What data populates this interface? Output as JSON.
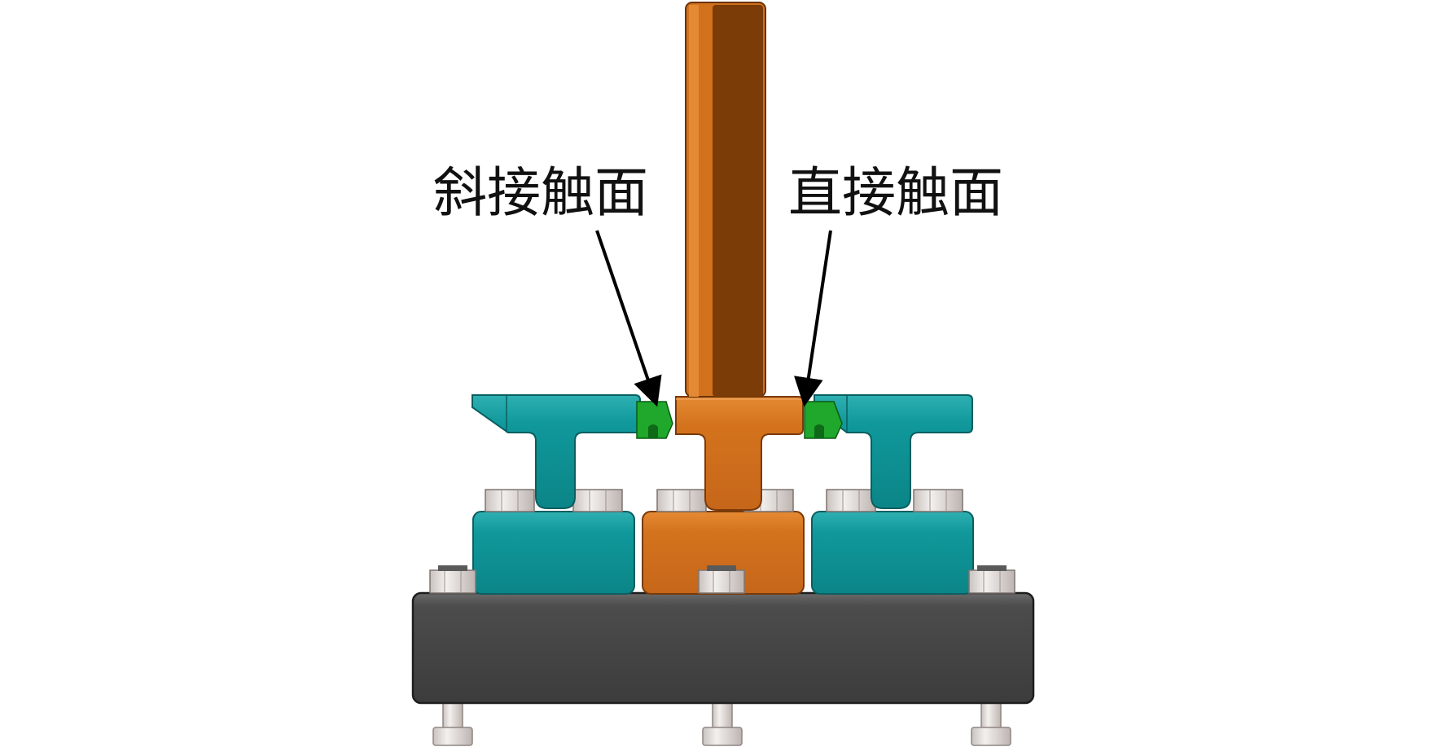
{
  "labels": {
    "left": "斜接触面",
    "right": "直接触面"
  },
  "colors": {
    "background": "#ffffff",
    "orange_part": "#d2711c",
    "orange_dark": "#7a3a08",
    "teal_part": "#0f9396",
    "teal_dark": "#0a6a6c",
    "green_insert": "#1fa82b",
    "base_plate": "#4a4a4a",
    "bolt": "#e6e2e0",
    "arrow": "#000000"
  },
  "icons": [
    "callout-arrow"
  ]
}
